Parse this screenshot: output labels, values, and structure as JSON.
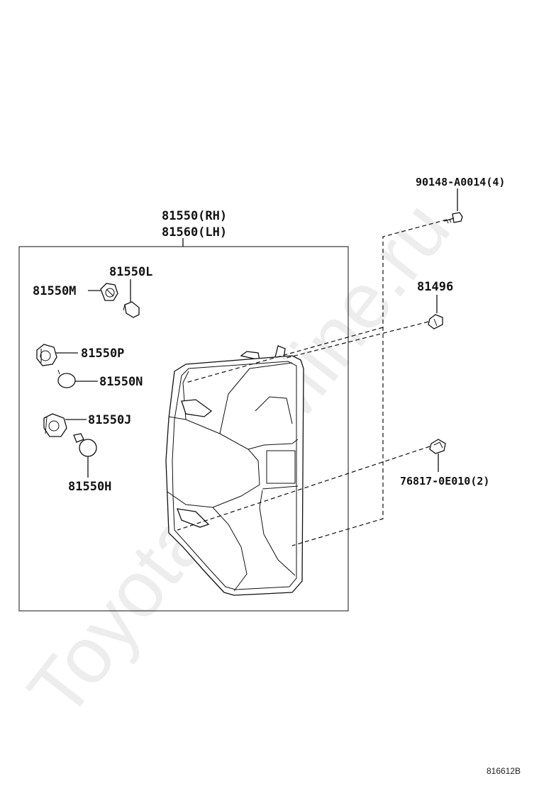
{
  "diagram": {
    "watermark": "ToyotaCarMine.ru",
    "reference_code": "816612B",
    "labels": {
      "lamp_rh": "81550(RH)",
      "lamp_lh": "81560(LH)",
      "screw": "90148-A0014(4)",
      "grommet": "81496",
      "clip": "76817-0E010(2)",
      "socket_m": "81550M",
      "bulb_l": "81550L",
      "socket_p": "81550P",
      "bulb_n": "81550N",
      "socket_j": "81550J",
      "bulb_h": "81550H"
    }
  }
}
